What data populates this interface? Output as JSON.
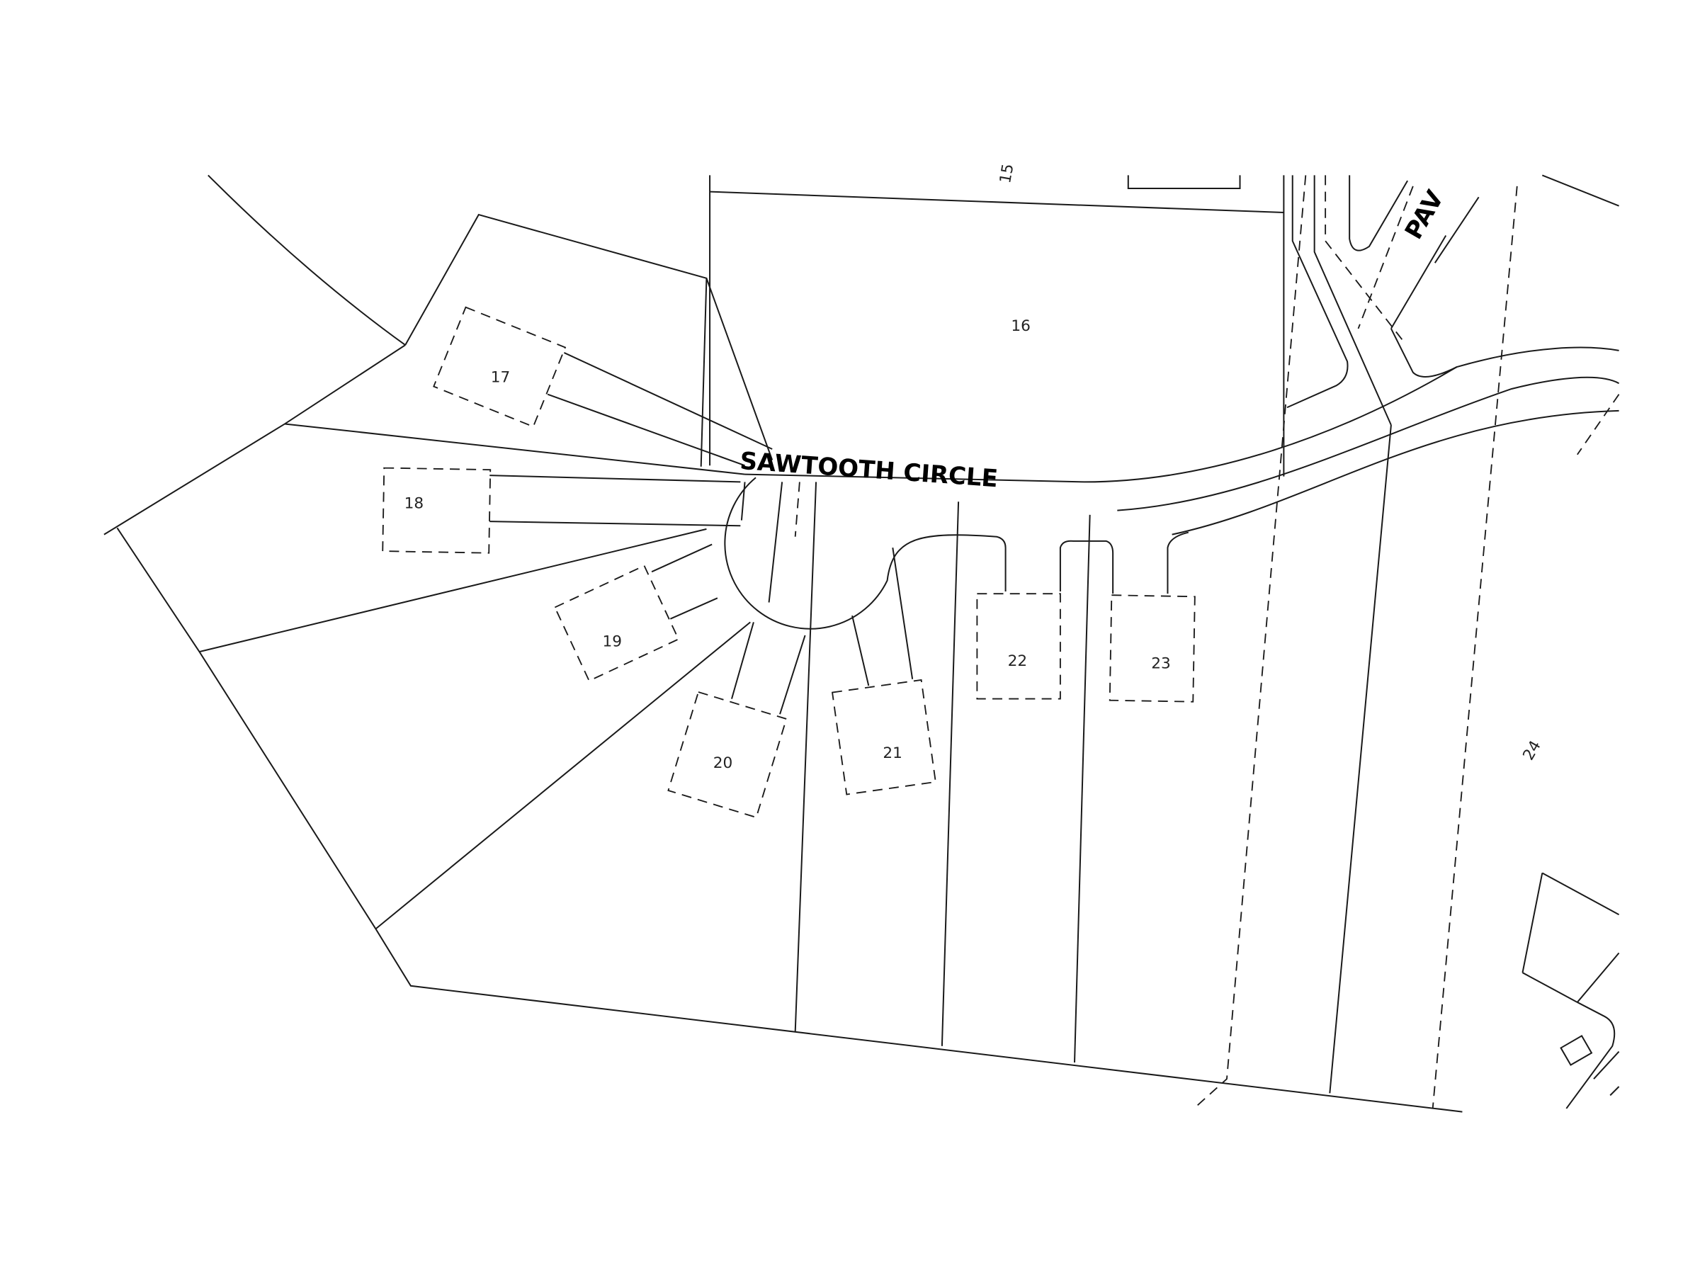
{
  "street_label": "SAWTOOTH CIRCLE",
  "partial_street_label": "PAV",
  "partial_top_label": "15",
  "lots": [
    {
      "id": "16",
      "label": "16"
    },
    {
      "id": "17",
      "label": "17"
    },
    {
      "id": "18",
      "label": "18"
    },
    {
      "id": "19",
      "label": "19"
    },
    {
      "id": "20",
      "label": "20"
    },
    {
      "id": "21",
      "label": "21"
    },
    {
      "id": "22",
      "label": "22"
    },
    {
      "id": "23",
      "label": "23"
    },
    {
      "id": "24",
      "label": "24"
    }
  ],
  "colors": {
    "line": "#1a1a1a",
    "background": "#ffffff"
  }
}
